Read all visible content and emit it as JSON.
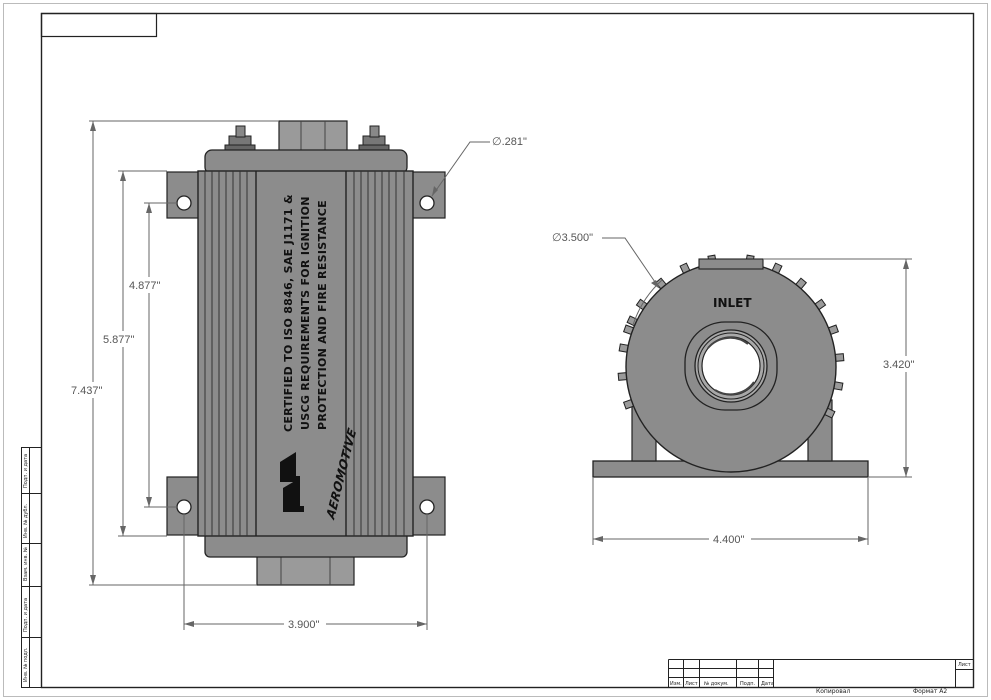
{
  "dimensions": {
    "hole_dia": "∅.281\"",
    "body_dia": "∅3.500\"",
    "d_4877": "4.877\"",
    "d_5877": "5.877\"",
    "d_7437": "7.437\"",
    "d_3900": "3.900\"",
    "d_3420": "3.420\"",
    "d_4400": "4.400\""
  },
  "labels": {
    "inlet": "INLET",
    "cert_line1": "CERTIFIED TO ISO 8846, SAE J1171 &",
    "cert_line2": "USCG REQUIREMENTS FOR IGNITION",
    "cert_line3": "PROTECTION AND FIRE RESISTANCE",
    "brand": "AEROMOTIVE"
  },
  "side_stamp": [
    "Инв. № подл.",
    "Подп. и дата",
    "Взам. инв. №",
    "Инв. № дубл.",
    "Подп. и дата"
  ],
  "title_block": {
    "col_labels": [
      "Изм.",
      "Лист",
      "№ докум.",
      "Подп.",
      "Дата"
    ],
    "sheet_label": "Лист",
    "copied": "Копировал",
    "format": "Формат A2"
  }
}
